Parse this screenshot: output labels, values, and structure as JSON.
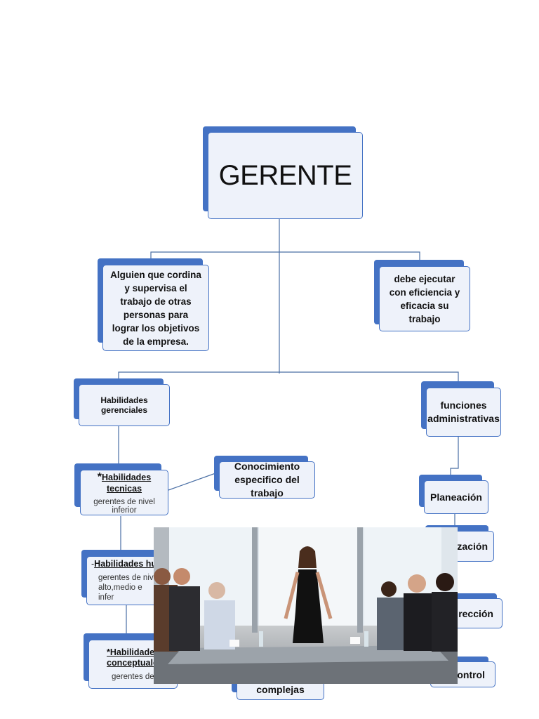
{
  "diagram": {
    "root": "GERENTE",
    "left_def": "Alguien que cordina y supervisa el trabajo de otras personas para lograr los objetivos de la empresa.",
    "right_def": "debe ejecutar con eficiencia y eficacia su trabajo",
    "habilidades": "Habilidades gerenciales",
    "funciones": "funciones administrativas",
    "tecnicas": {
      "prefix": "*",
      "title": "Habilidades tecnicas",
      "sub": "gerentes de nivel inferior"
    },
    "conocimiento": "Conocimiento especifico del trabajo",
    "humanas": {
      "prefix": "-",
      "title": "Habilidades huma",
      "sub": "gerentes de niv alto,medio e infer"
    },
    "conceptuales": {
      "title": "*Habilidades conceptuales",
      "sub": "gerentes de nive"
    },
    "complejas": "complejas",
    "planeacion": "Planeación",
    "organizacion": "nización",
    "direccion": "rección",
    "control": "ontrol"
  },
  "photo": {
    "icon": "business-meeting-photo"
  }
}
